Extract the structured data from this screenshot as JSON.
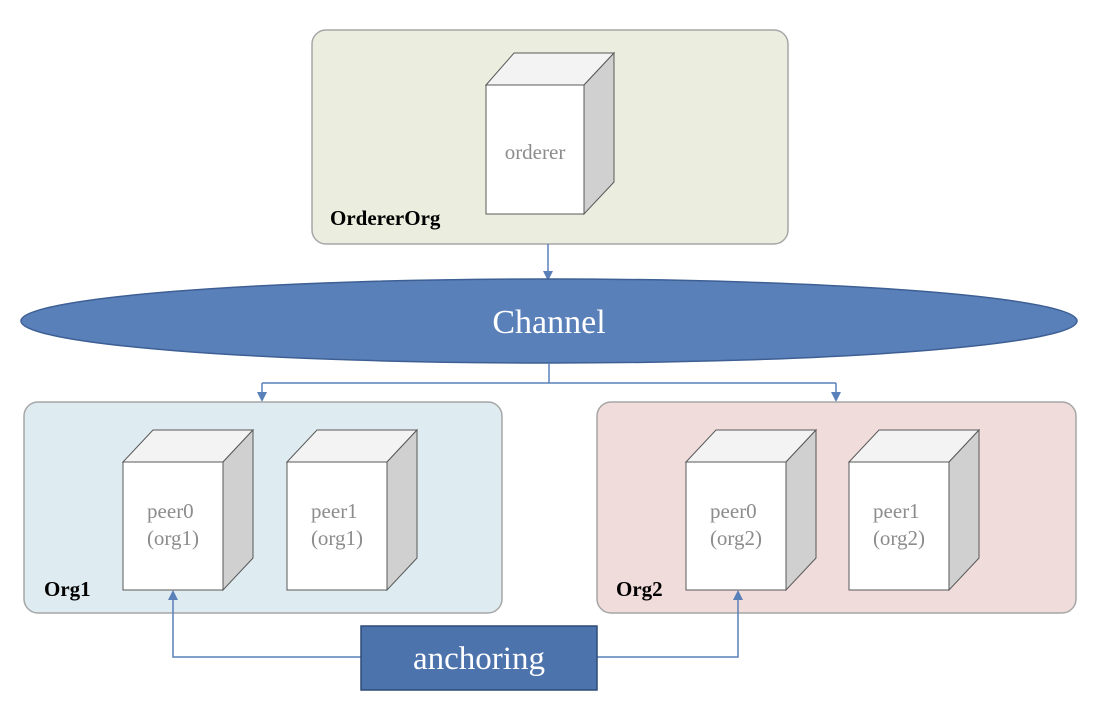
{
  "colors": {
    "orderer_org_fill": "#ebeedf",
    "org1_fill": "#deebf0",
    "org2_fill": "#f0dcdb",
    "org_border": "#a6a6a6",
    "channel_fill": "#5a80ba",
    "channel_stroke": "#3d5f94",
    "anchoring_fill": "#4d73ad",
    "anchoring_stroke": "#2e4b77",
    "connector": "#5a80ba",
    "cube_front": "#ffffff",
    "cube_side": "#d0d0d0",
    "cube_top": "#f3f3f3",
    "cube_edge": "#595959"
  },
  "orderer_org": {
    "label": "OrdererOrg",
    "node": {
      "label_lines": [
        "orderer"
      ]
    }
  },
  "channel": {
    "label": "Channel"
  },
  "org1": {
    "label": "Org1",
    "peers": [
      {
        "label_lines": [
          "peer0",
          "(org1)"
        ]
      },
      {
        "label_lines": [
          "peer1",
          "(org1)"
        ]
      }
    ]
  },
  "org2": {
    "label": "Org2",
    "peers": [
      {
        "label_lines": [
          "peer0",
          "(org2)"
        ]
      },
      {
        "label_lines": [
          "peer1",
          "(org2)"
        ]
      }
    ]
  },
  "anchoring": {
    "label": "anchoring"
  }
}
